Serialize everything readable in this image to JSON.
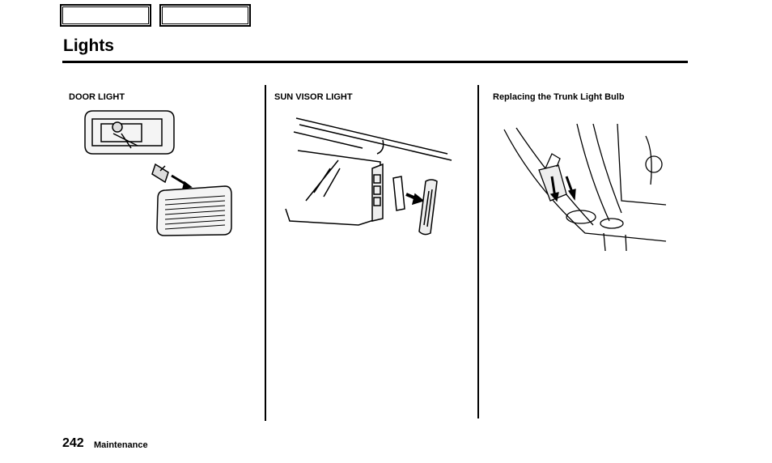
{
  "page": {
    "title": "Lights",
    "page_number": "242",
    "section": "Maintenance"
  },
  "nav": {
    "tabs": [
      "",
      ""
    ]
  },
  "columns": [
    {
      "caption": "DOOR LIGHT",
      "figure_icon": "door-light-diagram"
    },
    {
      "caption": "SUN VISOR LIGHT",
      "figure_icon": "sun-visor-light-diagram"
    },
    {
      "caption": "Replacing the Trunk Light Bulb",
      "figure_icon": "trunk-light-diagram"
    }
  ]
}
